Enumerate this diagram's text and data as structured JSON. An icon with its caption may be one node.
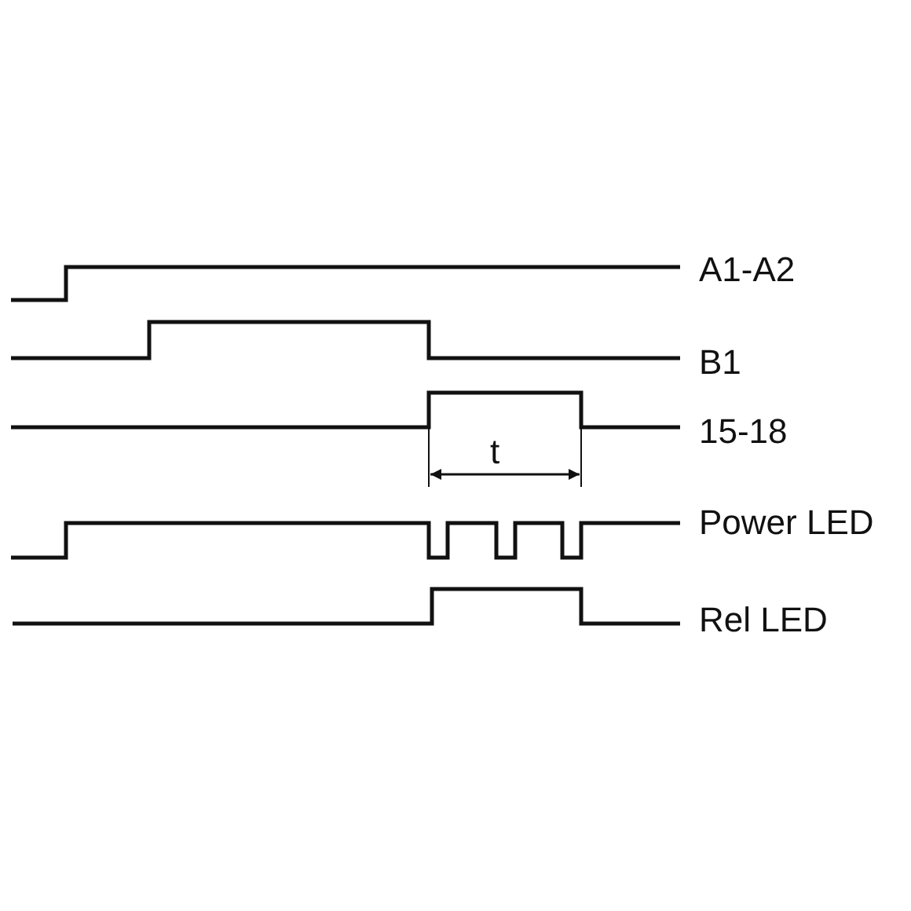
{
  "diagram": {
    "labels": [
      "A1-A2",
      "B1",
      "15-18",
      "t",
      "Power LED",
      "Rel LED"
    ]
  }
}
